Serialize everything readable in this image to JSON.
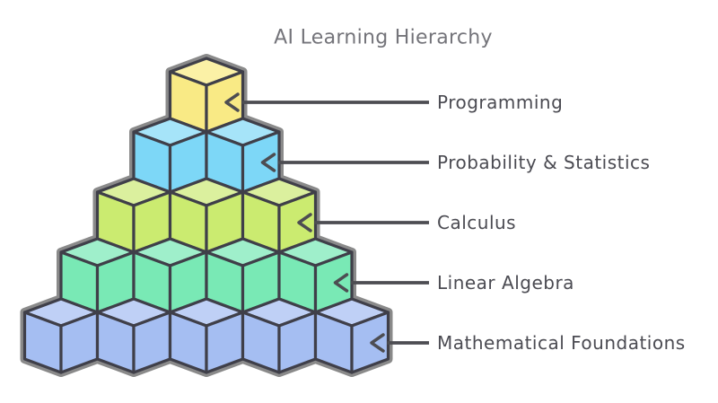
{
  "title": "AI Learning Hierarchy",
  "diagram": {
    "type": "isometric-cube-pyramid",
    "rows": [
      {
        "label": "Programming",
        "cubes": 1,
        "color_side": "#F9EA85",
        "color_top": "#FBF1A6"
      },
      {
        "label": "Probability & Statistics",
        "cubes": 2,
        "color_side": "#7DD7F7",
        "color_top": "#A6E4F9"
      },
      {
        "label": "Calculus",
        "cubes": 3,
        "color_side": "#CBEB70",
        "color_top": "#DBF09E"
      },
      {
        "label": "Linear Algebra",
        "cubes": 4,
        "color_side": "#79E9B5",
        "color_top": "#9FEFCB"
      },
      {
        "label": "Mathematical Foundations",
        "cubes": 5,
        "color_side": "#A5BEF2",
        "color_top": "#BFD0F6"
      }
    ],
    "outline_color": "#3F3F49",
    "silhouette_color": "#8A8A8A",
    "connector_color": "#4D4D52",
    "title_color": "#74747A",
    "label_color": "#4B4B52",
    "background": "#FFFFFF"
  }
}
